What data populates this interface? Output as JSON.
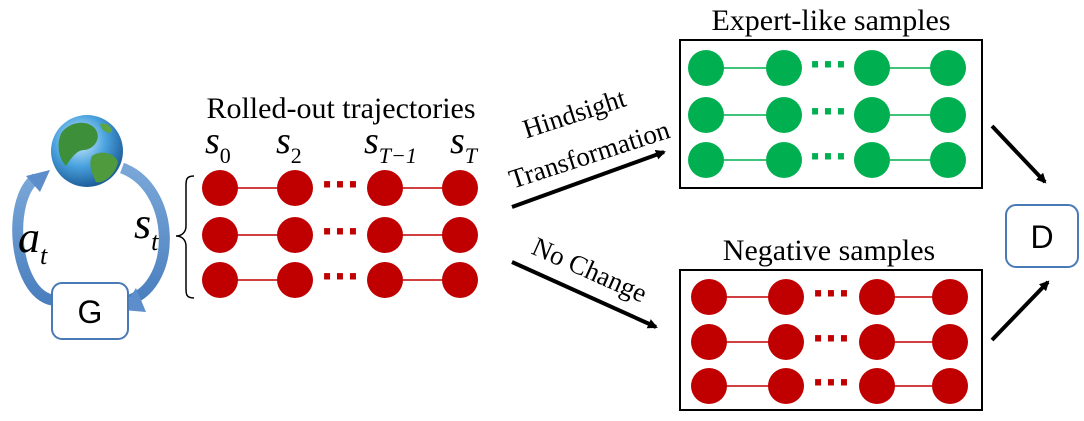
{
  "env": {
    "icon": "globe-icon",
    "action_symbol": "a",
    "action_sub": "t",
    "state_symbol": "s",
    "state_sub": "t"
  },
  "generator": {
    "label": "G"
  },
  "discriminator": {
    "label": "D"
  },
  "rollouts": {
    "title": "Rolled-out trajectories",
    "state_labels": [
      {
        "base": "s",
        "sub": "0"
      },
      {
        "base": "s",
        "sub": "2"
      },
      {
        "base": "s",
        "sub": "T−1"
      },
      {
        "base": "s",
        "sub": "T"
      }
    ],
    "rows": 3,
    "color": "#c00000"
  },
  "hindsight_label": [
    "Hindsight",
    "Transformation"
  ],
  "no_change_label": "No Change",
  "expert_box": {
    "title": "Expert-like samples",
    "rows": 3,
    "color": "#00b050"
  },
  "negative_box": {
    "title": "Negative samples",
    "rows": 3,
    "color": "#c00000"
  },
  "ellipsis": "···"
}
